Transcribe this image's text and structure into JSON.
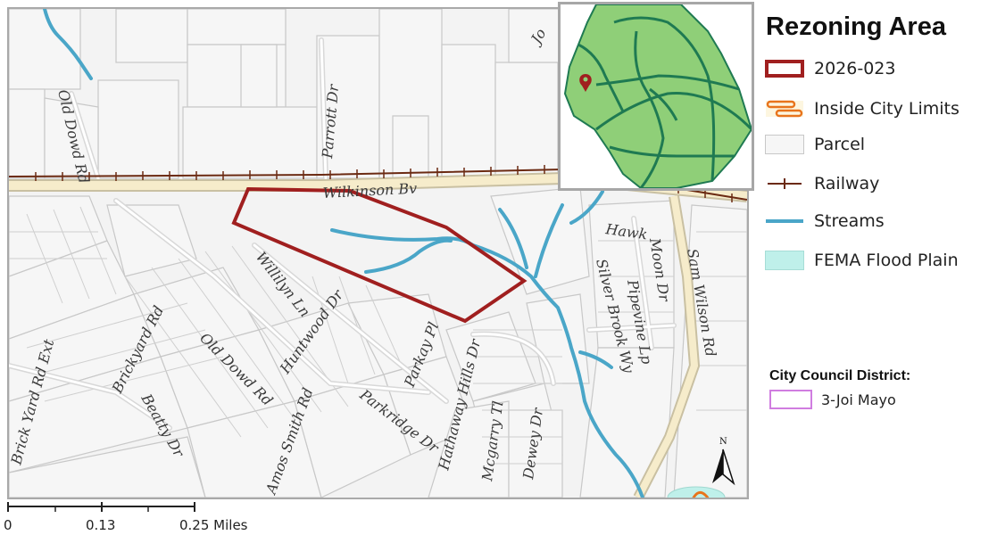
{
  "legend": {
    "title": "Rezoning Area",
    "items": [
      {
        "label": "2026-023",
        "icon": "rezoning-boundary-icon",
        "color": "#a01f1f"
      },
      {
        "label": "Inside City Limits",
        "icon": "city-limits-icon",
        "color": "#e8741c"
      },
      {
        "label": "Parcel",
        "icon": "parcel-icon",
        "color": "#c8c8c8"
      },
      {
        "label": "Railway",
        "icon": "railway-icon",
        "color": "#6b2a12"
      },
      {
        "label": "Streams",
        "icon": "stream-icon",
        "color": "#4aa6c8"
      },
      {
        "label": "FEMA Flood Plain",
        "icon": "flood-plain-icon",
        "color": "#bff0ea"
      }
    ],
    "district_title": "City Council District:",
    "district_label": "3-Joi Mayo",
    "district_color": "#d07de0"
  },
  "map": {
    "streets": [
      "Old Dowd Rd",
      "Parrott Dr",
      "Wilkinson Bv",
      "Willilyn Ln",
      "Huntwood Dr",
      "Old Dowd Rd",
      "Brickyard Rd",
      "Brick Yard Rd Ext",
      "Beatty Dr",
      "Amos Smith Rd",
      "Parkridge Dr",
      "Parkay Pl",
      "Hathaway Hills Dr",
      "Mcgarry Tl",
      "Dewey Dr",
      "Hawk",
      "Moon Dr",
      "Pipevine Lp",
      "Silver Brook Wy",
      "Sam Wilson Rd",
      "Jo"
    ],
    "colors": {
      "boundary": "#a01f1f",
      "stream": "#4aa6c8",
      "railway": "#6b2a12",
      "parcel": "#c8c8c8",
      "major_road": "#f6eccb"
    }
  },
  "inset": {
    "fill_color": "#8fcf78",
    "road_color": "#1f7a52",
    "marker_color": "#a01f1f"
  },
  "north_arrow": {
    "label": "N"
  },
  "scale": {
    "labels": [
      "0",
      "0.13",
      "0.25 Miles"
    ]
  }
}
